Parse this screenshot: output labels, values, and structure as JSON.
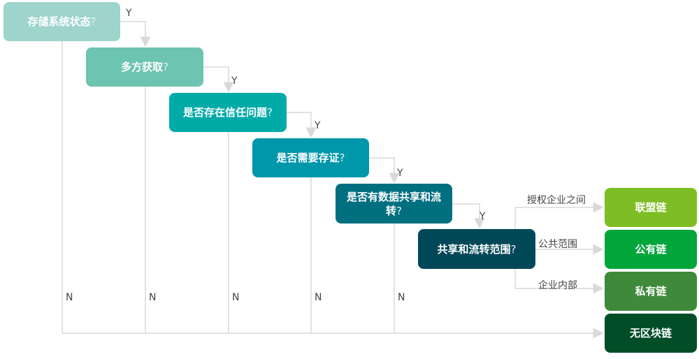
{
  "questions": [
    {
      "text": "存储系统状态",
      "mark": "?",
      "color": "#9dd4cc"
    },
    {
      "text": "多方获取",
      "mark": "?",
      "color": "#6cc4b1"
    },
    {
      "text": "是否存在信任问题",
      "mark": "?",
      "color": "#00aaa6"
    },
    {
      "text": "是否需要存证",
      "mark": "?",
      "color": "#0097ab"
    },
    {
      "text": "是否有数据共享和流转",
      "mark": "?",
      "color": "#006f80"
    },
    {
      "text": "共享和流转范围",
      "mark": "?",
      "color": "#004858"
    }
  ],
  "results": [
    {
      "text": "联盟链",
      "color": "#7fbd26"
    },
    {
      "text": "公有链",
      "color": "#00a63a"
    },
    {
      "text": "私有链",
      "color": "#3e8a3a"
    },
    {
      "text": "无区块链",
      "color": "#004d28"
    }
  ],
  "branch_labels": [
    "授权企业之间",
    "公共范围",
    "企业内部"
  ],
  "yes_label": "Y",
  "no_label": "N"
}
